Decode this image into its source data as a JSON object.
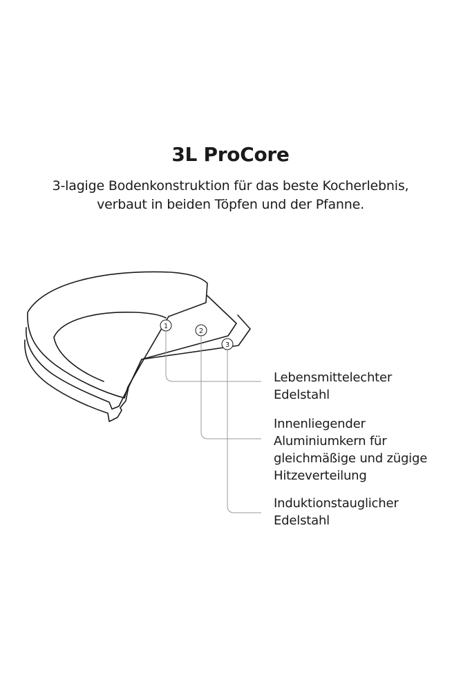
{
  "header": {
    "title": "3L ProCore",
    "subtitle_line1": "3-lagige Bodenkonstruktion für das beste Kocherlebnis,",
    "subtitle_line2": "verbaut in beiden Töpfen und der Pfanne."
  },
  "markers": [
    {
      "number": "1"
    },
    {
      "number": "2"
    },
    {
      "number": "3"
    }
  ],
  "labels": [
    {
      "lines": [
        "Lebensmittelechter",
        "Edelstahl"
      ]
    },
    {
      "lines": [
        "Innenliegender",
        "Aluminiumkern für",
        "gleichmäßige und zügige",
        "Hitzeverteilung"
      ]
    },
    {
      "lines": [
        "Induktionstauglicher",
        "Edelstahl"
      ]
    }
  ],
  "colors": {
    "stroke": "#1a1a1a",
    "leader": "#999999",
    "text": "#1a1a1a"
  }
}
